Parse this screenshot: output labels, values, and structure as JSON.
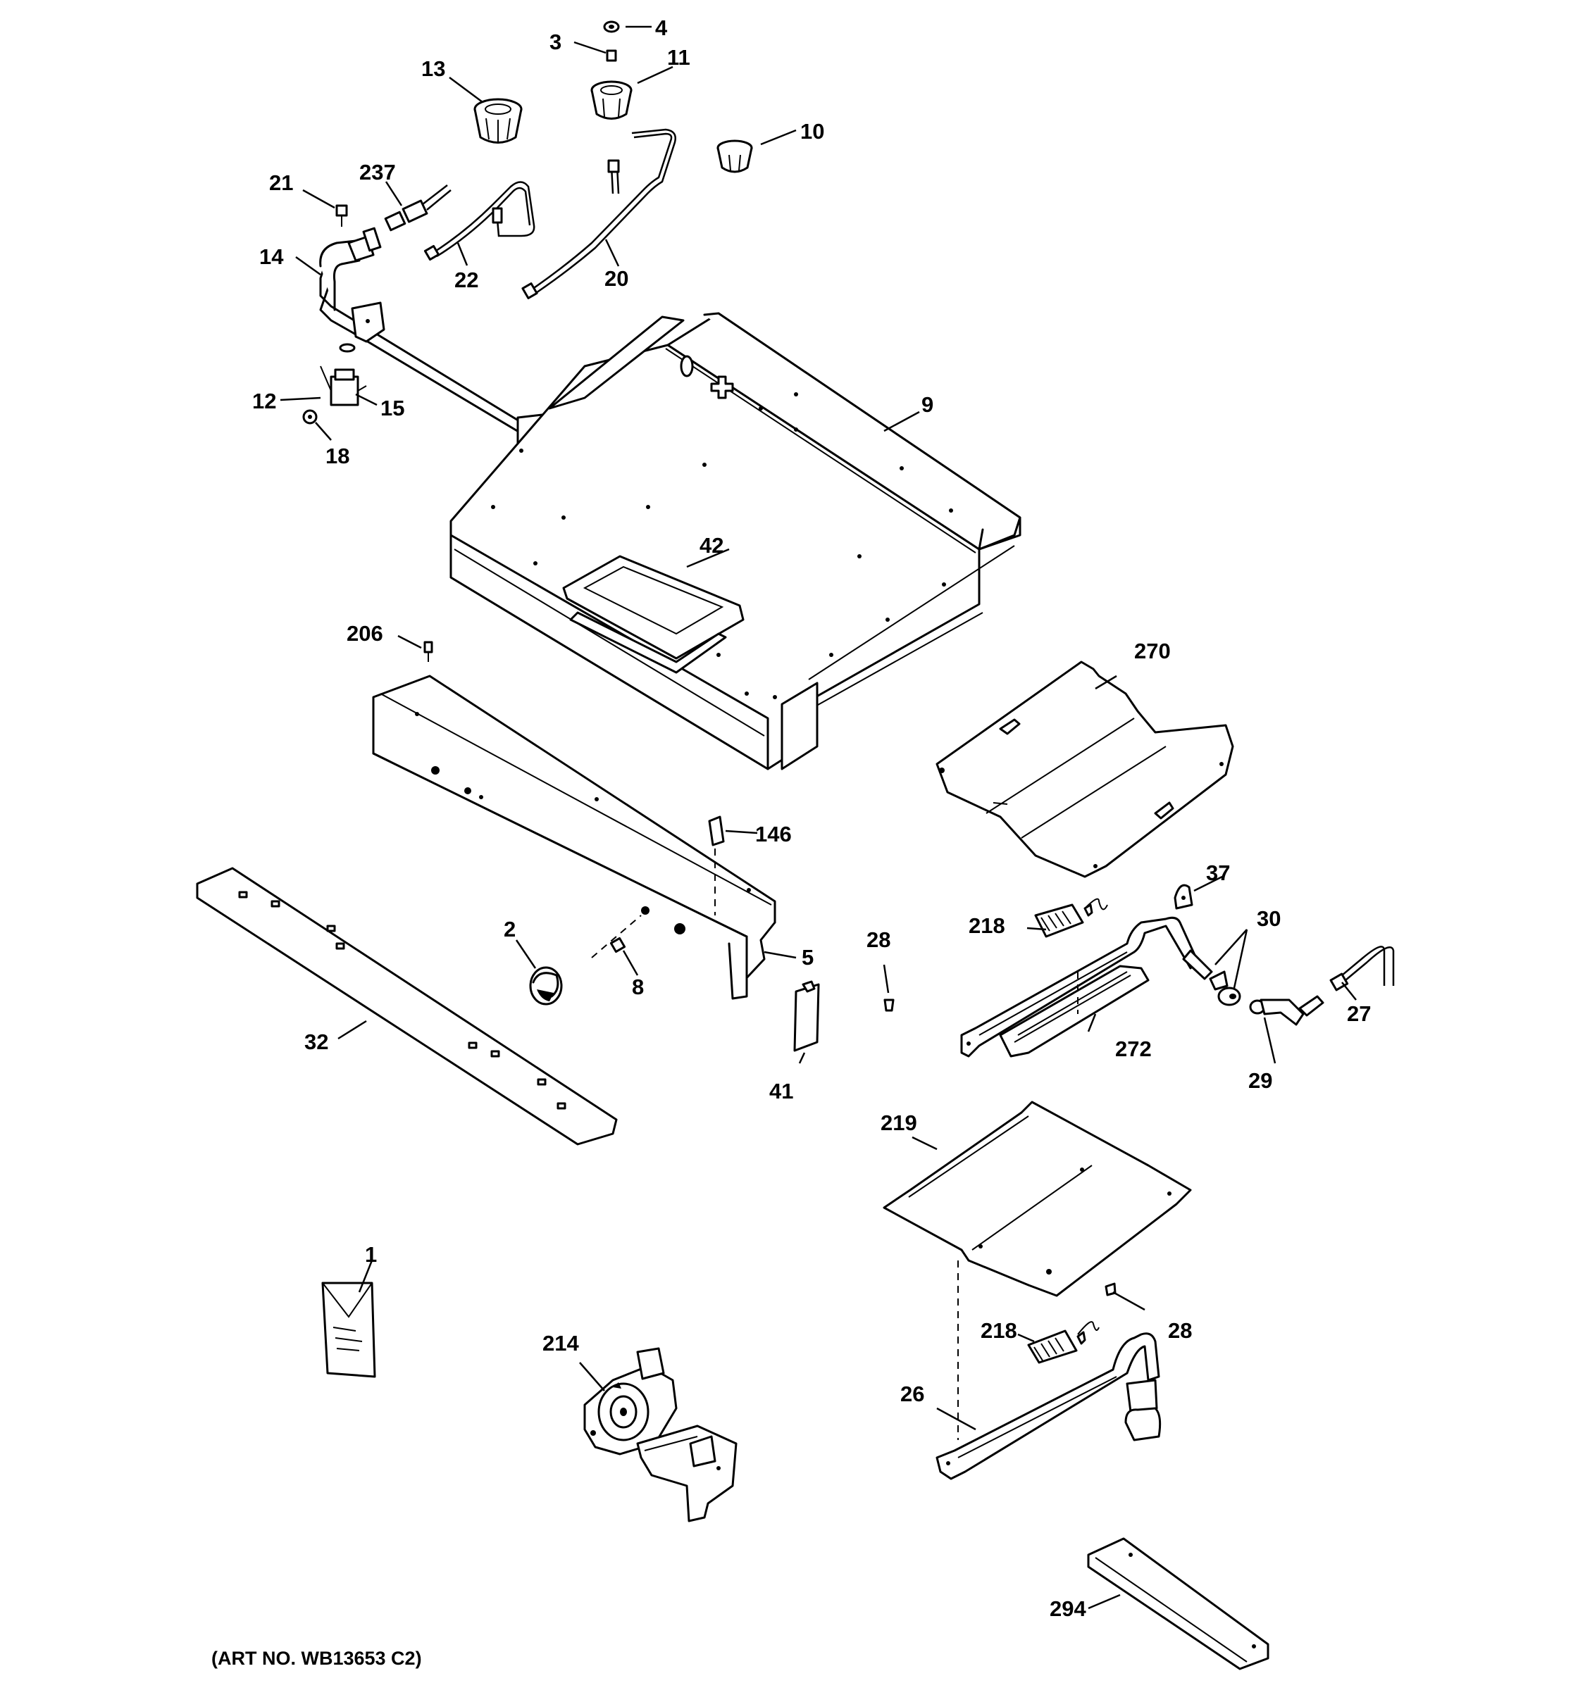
{
  "callouts": {
    "c1": "1",
    "c2": "2",
    "c3": "3",
    "c4": "4",
    "c5": "5",
    "c8": "8",
    "c9": "9",
    "c10": "10",
    "c11": "11",
    "c12": "12",
    "c13": "13",
    "c14": "14",
    "c15": "15",
    "c18": "18",
    "c20": "20",
    "c21": "21",
    "c22": "22",
    "c26": "26",
    "c27": "27",
    "c28a": "28",
    "c28b": "28",
    "c29": "29",
    "c30": "30",
    "c32": "32",
    "c37": "37",
    "c41": "41",
    "c42": "42",
    "c146": "146",
    "c206": "206",
    "c214": "214",
    "c218a": "218",
    "c218b": "218",
    "c219": "219",
    "c237": "237",
    "c270": "270",
    "c272": "272",
    "c294": "294"
  },
  "art_number": "(ART NO. WB13653 C2)"
}
